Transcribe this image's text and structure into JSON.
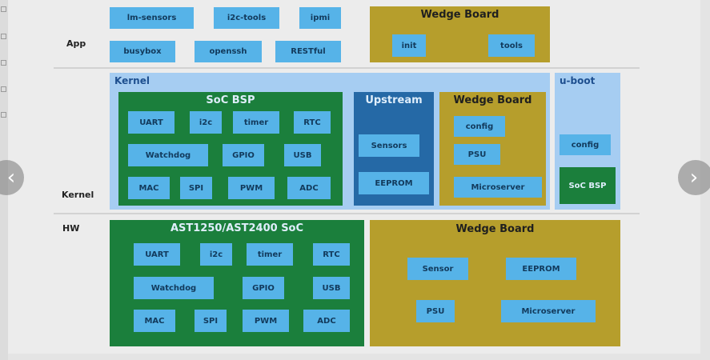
{
  "layers": {
    "app": "App",
    "kernel": "Kernel",
    "hw": "HW"
  },
  "app": {
    "row1": [
      "lm-sensors",
      "i2c-tools",
      "ipmi"
    ],
    "row2": [
      "busybox",
      "openssh",
      "RESTful"
    ],
    "wedge": {
      "title": "Wedge Board",
      "items": [
        "init",
        "tools"
      ]
    }
  },
  "kernel": {
    "title": "Kernel",
    "soc_bsp": {
      "title": "SoC BSP",
      "row1": [
        "UART",
        "i2c",
        "timer",
        "RTC"
      ],
      "row2": [
        "Watchdog",
        "GPIO",
        "USB"
      ],
      "row3": [
        "MAC",
        "SPI",
        "PWM",
        "ADC"
      ]
    },
    "upstream": {
      "title": "Upstream",
      "items": [
        "Sensors",
        "EEPROM"
      ]
    },
    "wedge": {
      "title": "Wedge Board",
      "items": [
        "config",
        "PSU",
        "Microserver"
      ]
    }
  },
  "uboot": {
    "title": "u-boot",
    "items": [
      "config",
      "SoC BSP"
    ]
  },
  "hw": {
    "soc": {
      "title": "AST1250/AST2400 SoC",
      "row1": [
        "UART",
        "i2c",
        "timer",
        "RTC"
      ],
      "row2": [
        "Watchdog",
        "GPIO",
        "USB"
      ],
      "row3": [
        "MAC",
        "SPI",
        "PWM",
        "ADC"
      ]
    },
    "wedge": {
      "title": "Wedge Board",
      "items": [
        "Sensor",
        "EEPROM",
        "PSU",
        "Microserver"
      ]
    }
  },
  "nav": {
    "prev": "‹",
    "next": "›"
  },
  "colors": {
    "blue": "#56b3e8",
    "green": "#1b7f3c",
    "olive": "#b69e2c",
    "upstream": "#2569a6",
    "kernel_bg": "#a6cdf2"
  }
}
